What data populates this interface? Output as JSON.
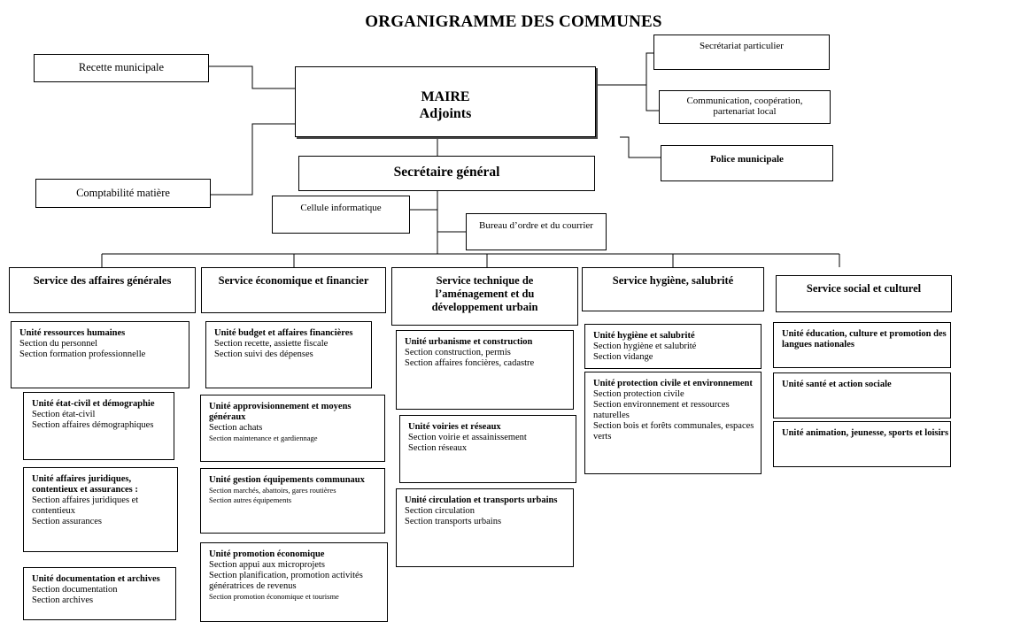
{
  "title": "ORGANIGRAMME DES COMMUNES",
  "top": {
    "maire": "MAIRE",
    "adjoints": "Adjoints",
    "recette": "Recette municipale",
    "comptabilite": "Comptabilité matière",
    "secretariat": "Secrétariat particulier",
    "communication": "Communication, coopération, partenariat local",
    "police": "Police municipale",
    "sg": "Secrétaire général",
    "cellule": "Cellule informatique",
    "bureau": "Bureau d’ordre et du courrier"
  },
  "services": [
    {
      "name": "Service des affaires générales",
      "units": [
        {
          "title": "Unité ressources humaines",
          "lines": [
            "Section du personnel",
            "Section formation professionnelle"
          ]
        },
        {
          "title": "Unité état-civil et démographie",
          "lines": [
            "Section état-civil",
            "Section affaires démographiques"
          ]
        },
        {
          "title": "Unité affaires juridiques, contentieux et assurances :",
          "lines": [
            "Section affaires juridiques et contentieux",
            "Section assurances"
          ]
        },
        {
          "title": "Unité documentation et archives",
          "lines": [
            "Section documentation",
            "Section archives"
          ]
        }
      ]
    },
    {
      "name": "Service économique et financier",
      "units": [
        {
          "title": "Unité budget et affaires financières",
          "lines": [
            "Section recette, assiette fiscale",
            "Section suivi des dépenses"
          ]
        },
        {
          "title": "Unité approvisionnement et moyens généraux",
          "lines": [
            "Section achats",
            "Section maintenance et gardiennage"
          ]
        },
        {
          "title": "Unité gestion équipements communaux",
          "lines": [
            "Section marchés, abattoirs, gares routières",
            "Section autres équipements"
          ]
        },
        {
          "title": "Unité promotion économique",
          "lines": [
            "Section appui aux microprojets",
            "Section planification, promotion activités génératrices de revenus",
            "Section promotion économique et tourisme"
          ]
        }
      ]
    },
    {
      "name": "Service technique de l’aménagement et du développement urbain",
      "units": [
        {
          "title": "Unité urbanisme et construction",
          "lines": [
            "Section construction, permis",
            "Section affaires foncières, cadastre"
          ]
        },
        {
          "title": "Unité voiries et réseaux",
          "lines": [
            "Section voirie et assainissement",
            "Section réseaux"
          ]
        },
        {
          "title": "Unité circulation et transports urbains",
          "lines": [
            "Section circulation",
            "Section transports urbains"
          ]
        }
      ]
    },
    {
      "name": "Service hygiène, salubrité",
      "units": [
        {
          "title": "Unité hygiène et salubrité",
          "lines": [
            "Section hygiène et salubrité",
            "Section vidange"
          ]
        },
        {
          "title": "Unité protection civile et environnement",
          "lines": [
            "Section protection civile",
            "Section environnement et ressources naturelles",
            "Section bois et forêts communales, espaces verts"
          ]
        }
      ]
    },
    {
      "name": "Service social et culturel",
      "units": [
        {
          "title": "Unité éducation, culture et promotion des langues nationales",
          "lines": []
        },
        {
          "title": "Unité santé et action sociale",
          "lines": []
        },
        {
          "title": "Unité animation, jeunesse, sports et loisirs",
          "lines": []
        }
      ]
    }
  ]
}
